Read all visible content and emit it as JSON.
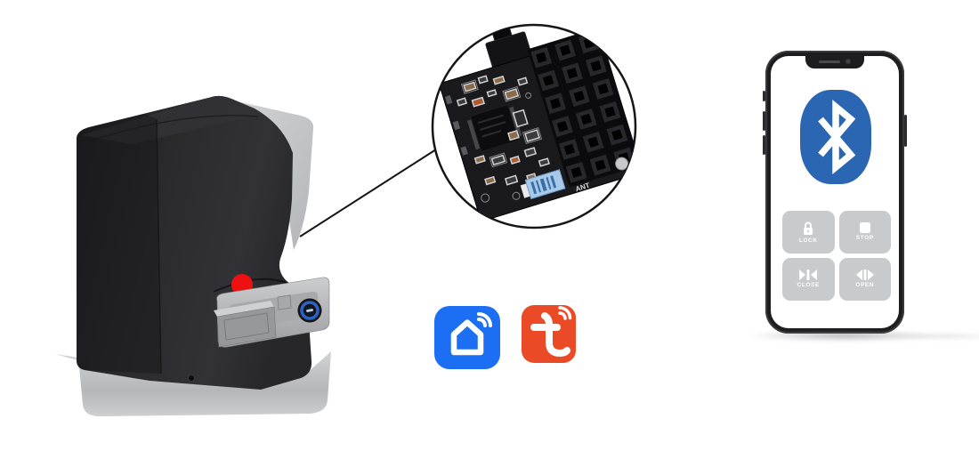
{
  "scene": {
    "background_color": "#ffffff",
    "description": "Sliding gate opener motor with magnified Bluetooth control board, smart-home app logos and smartphone remote control screen"
  },
  "gate_opener": {
    "body_color": "#28282b",
    "rear_cover_color": "#c6c7c9",
    "base_color": "#bcbdbf",
    "panel_color": "#b2b3b5",
    "indicator_dot_color": "#ee1111",
    "keylock_ring_color": "#2a62c8"
  },
  "callout": {
    "circle_border_color": "#161616",
    "board_color": "#1a1a1c",
    "board_label": "ANT",
    "sticker_color": "#a9c9e8"
  },
  "app_icons": [
    {
      "name": "smart-life",
      "color": "#1c6ff2",
      "glyph": "house-with-wifi"
    },
    {
      "name": "tuya-smart",
      "color": "#ea4b26",
      "glyph": "t-with-signal"
    }
  ],
  "phone": {
    "frame_color": "#1d1d1f",
    "screen_color": "#ffffff",
    "bluetooth_logo_color": "#2b66b2",
    "button_bg_color": "#c9cacc",
    "button_text_color": "#ffffff",
    "buttons": [
      {
        "id": "lock",
        "label": "LOCK",
        "icon": "padlock-icon"
      },
      {
        "id": "stop",
        "label": "STOP",
        "icon": "stop-square-icon"
      },
      {
        "id": "close",
        "label": "CLOSE",
        "icon": "arrows-close-icon"
      },
      {
        "id": "open",
        "label": "OPEN",
        "icon": "arrows-open-icon"
      }
    ]
  }
}
